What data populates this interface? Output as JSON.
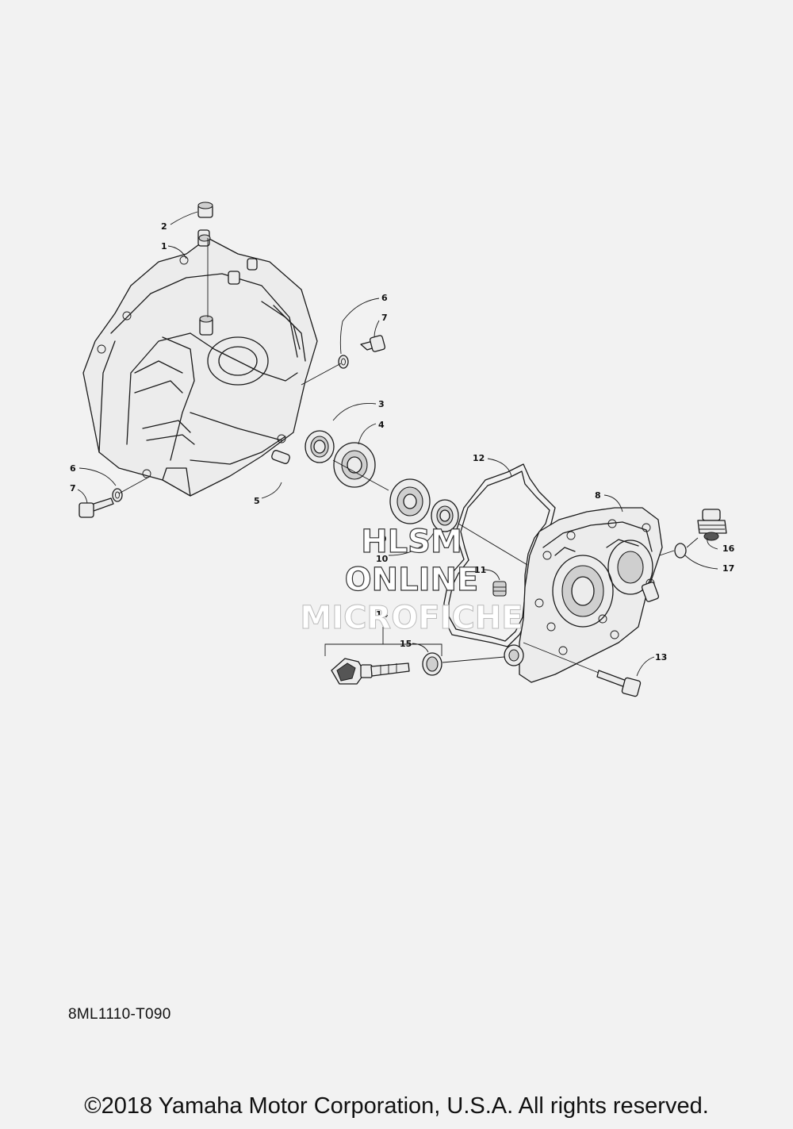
{
  "diagram": {
    "callouts": [
      {
        "id": "2",
        "text": "2"
      },
      {
        "id": "1",
        "text": "1"
      },
      {
        "id": "6a",
        "text": "6"
      },
      {
        "id": "7a",
        "text": "7"
      },
      {
        "id": "3",
        "text": "3"
      },
      {
        "id": "4",
        "text": "4"
      },
      {
        "id": "6b",
        "text": "6"
      },
      {
        "id": "7b",
        "text": "7"
      },
      {
        "id": "5",
        "text": "5"
      },
      {
        "id": "12",
        "text": "12"
      },
      {
        "id": "8",
        "text": "8"
      },
      {
        "id": "16",
        "text": "16"
      },
      {
        "id": "17",
        "text": "17"
      },
      {
        "id": "9",
        "text": "9"
      },
      {
        "id": "10",
        "text": "10"
      },
      {
        "id": "11",
        "text": "11"
      },
      {
        "id": "14",
        "text": "14"
      },
      {
        "id": "15",
        "text": "15"
      },
      {
        "id": "13",
        "text": "13"
      }
    ],
    "watermark": {
      "line1": "HLSM",
      "line2": "ONLINE",
      "line3": "MICROFICHE"
    }
  },
  "code_label": "8ML1110-T090",
  "copyright": "©2018 Yamaha Motor Corporation, U.S.A. All rights reserved."
}
